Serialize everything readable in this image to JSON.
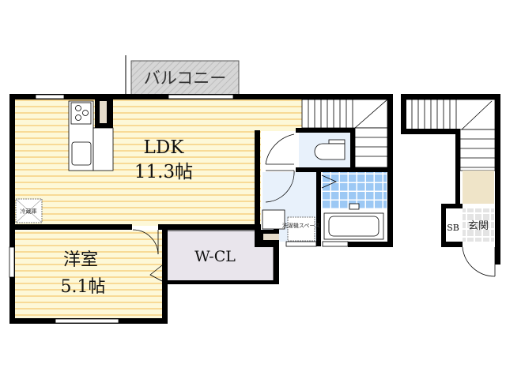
{
  "rooms": {
    "balcony": "バルコニー",
    "ldk": {
      "name": "LDK",
      "size": "11.3帖"
    },
    "western": {
      "name": "洋室",
      "size": "5.1帖"
    },
    "closet": "W-CL",
    "fridge": "冷蔵庫",
    "washer": "洗濯機スペース",
    "shoe_box": "SB",
    "entrance": "玄関"
  },
  "colors": {
    "wall": "#000000",
    "floor_wood": "#fdf8d8",
    "floor_stripe": "#f6c66a",
    "wet_area": "#e8f1fb",
    "tile": "#9cc8f4",
    "closet": "#e9e5ec",
    "balcony": "#cfcfcf",
    "storage": "#efe4c8"
  }
}
